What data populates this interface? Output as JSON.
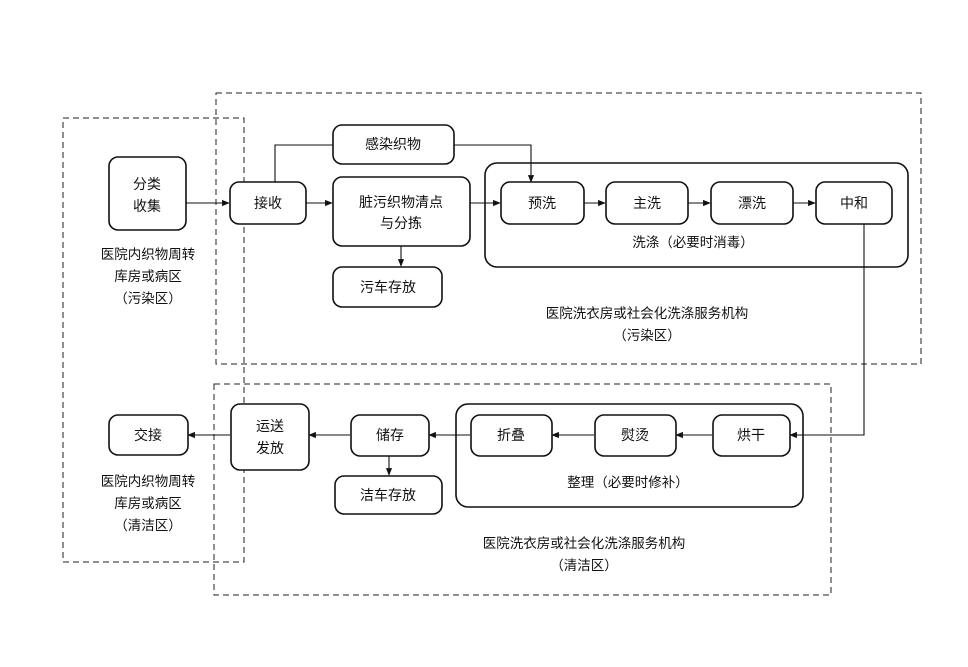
{
  "nodes": {
    "sort_collect": [
      "分类",
      "收集"
    ],
    "receive": "接收",
    "infected": "感染织物",
    "dirty_sort": [
      "脏污织物清点",
      "与分拣"
    ],
    "dirty_cart": "污车存放",
    "prewash": "预洗",
    "mainwash": "主洗",
    "rinse": "漂洗",
    "neutralize": "中和",
    "dry": "烘干",
    "iron": "熨烫",
    "fold": "折叠",
    "store": "储存",
    "clean_cart": "洁车存放",
    "deliver": [
      "运送",
      "发放"
    ],
    "handover": "交接"
  },
  "groups": {
    "washing": "洗涤（必要时消毒）",
    "finishing": "整理（必要时修补）"
  },
  "zones": {
    "ward_dirty": [
      "医院内织物周转",
      "库房或病区",
      "（污染区）"
    ],
    "ward_clean": [
      "医院内织物周转",
      "库房或病区",
      "（清洁区）"
    ],
    "laundry_dirty": [
      "医院洗衣房或社会化洗涤服务机构",
      "（污染区）"
    ],
    "laundry_clean": [
      "医院洗衣房或社会化洗涤服务机构",
      "（清洁区）"
    ]
  }
}
